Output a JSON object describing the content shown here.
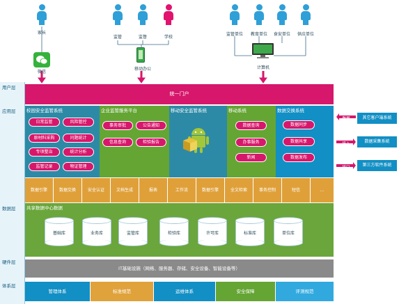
{
  "top_users": {
    "parent": "家长",
    "inspector": "监管",
    "supervisor": "监督",
    "school": "学校",
    "unit1": "监管单位",
    "unit2": "教育单位",
    "unit3": "食安单位",
    "unit4": "供应单位",
    "wechat": "微信",
    "mobile": "移动办公",
    "pc": "计算机"
  },
  "layers": {
    "user": "用户层",
    "app": "应用层",
    "data": "数据层",
    "hardware": "硬件层",
    "system": "体系层"
  },
  "portal": "统一门户",
  "panels": {
    "p1": {
      "title": "校园安全监管系统",
      "items": [
        "日常监管",
        "风险管控",
        "原材料采购",
        "问题统计",
        "专项整治",
        "统计分析",
        "监管记录",
        "物证管理"
      ]
    },
    "p2": {
      "title": "企业监管服务平台",
      "items": [
        "事务审批",
        "公告通知",
        "信息查询",
        "检验报告"
      ]
    },
    "p3": {
      "title": "移动安全监管系统"
    },
    "p4": {
      "title": "移动系统",
      "items": [
        "数据查询",
        "办事服务",
        "新闻"
      ]
    },
    "p5": {
      "title": "数据交换系统",
      "items": [
        "数据同步",
        "数据共享",
        "数据发布"
      ]
    }
  },
  "tools": [
    "数据引擎",
    "数据交换",
    "安全认证",
    "文档生成",
    "报表",
    "工作流",
    "数据引擎",
    "全文检索",
    "事务控制",
    "短信",
    "..."
  ],
  "side": {
    "arrow1": "数据",
    "arrow2": "接入",
    "arrow3": "接口",
    "box1": "其它客户端系统",
    "box2": "数据采集系统",
    "box3": "第三方软件系统"
  },
  "data_center": {
    "title": "共享数据中心数据",
    "dbs": [
      "基础库",
      "业务库",
      "监管库",
      "检验库",
      "许可库",
      "标准库",
      "单位库"
    ]
  },
  "hardware": "IT基础设施（网络、服务器、存储、安全设备、智能设备等）",
  "systems": [
    {
      "label": "管理体系",
      "color": "#128fc4"
    },
    {
      "label": "标准规范",
      "color": "#e0a23b"
    },
    {
      "label": "运维体系",
      "color": "#128fc4"
    },
    {
      "label": "安全保障",
      "color": "#64a534"
    },
    {
      "label": "评测规范",
      "color": "#31a9df"
    }
  ],
  "colors": {
    "magenta": "#d6176b",
    "blue": "#128fc4",
    "green": "#64a534",
    "teal": "#2d8aa6",
    "orange": "#dfa03a",
    "olive": "#6aa63b",
    "gray": "#8a8a8a",
    "person_blue": "#2f9fd7",
    "person_pink": "#e2126f"
  }
}
